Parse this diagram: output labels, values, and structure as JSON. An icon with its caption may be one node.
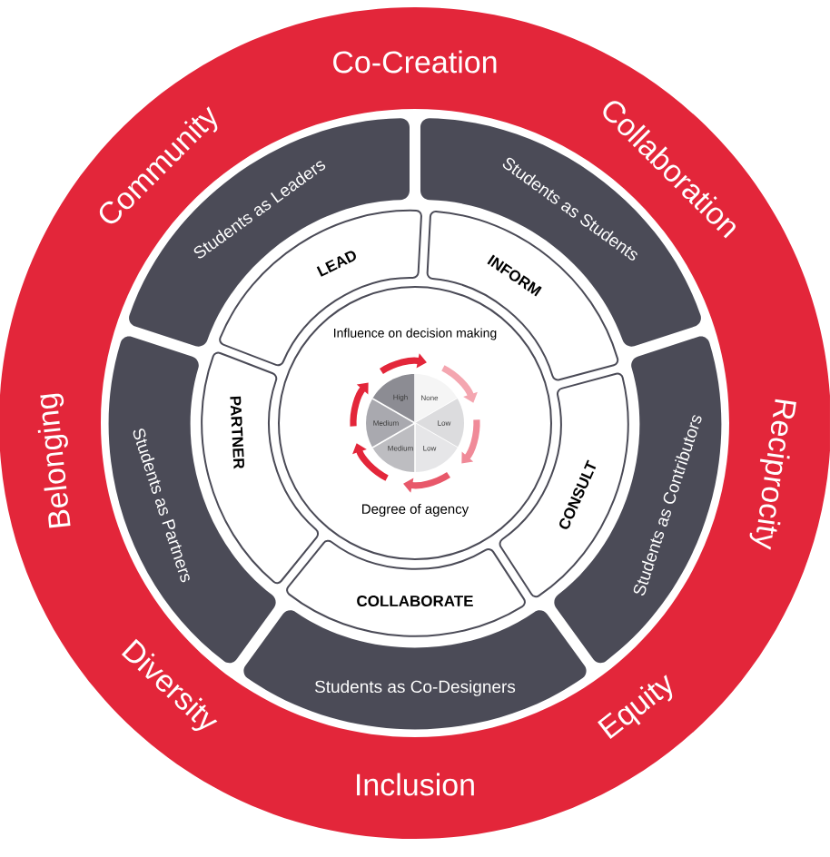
{
  "diagram": {
    "nodes": [
      {
        "text": [
          "Co-Creation",
          "Collaboration",
          "Reciprocity",
          "Equity",
          "Inclusion",
          "Diversity",
          "Belonging",
          "Community"
        ]
      },
      {
        "text": [
          "Students as Leaders"
        ],
        "in": 0
      },
      {
        "text": [
          "Students as Students"
        ],
        "in": 0
      },
      {
        "text": [
          "Students as Contributors"
        ],
        "in": 0
      },
      {
        "text": [
          "Students as Co-Designers"
        ],
        "in": 0
      },
      {
        "text": [
          "Students as Partners"
        ],
        "in": 0
      },
      {
        "text": [
          "LEAD"
        ],
        "in": 0
      },
      {
        "text": [
          "INFORM"
        ],
        "in": 0
      },
      {
        "text": [
          "CONSULT"
        ],
        "in": 0
      },
      {
        "text": [
          "COLLABORATE"
        ],
        "in": 0
      },
      {
        "text": [
          "PARTNER"
        ],
        "in": 0
      },
      {
        "text": [
          "Influence on decision making",
          "Degree of agency"
        ],
        "in": 0
      },
      {
        "text": [
          "High"
        ],
        "in": 11
      },
      {
        "text": [
          "None"
        ],
        "in": 11
      },
      {
        "text": [
          "Medium"
        ],
        "in": 11
      },
      {
        "text": [
          "Low"
        ],
        "in": 11
      },
      {
        "text": [
          "Medium"
        ],
        "in": 11
      },
      {
        "text": [
          "Low"
        ],
        "in": 11
      }
    ]
  }
}
